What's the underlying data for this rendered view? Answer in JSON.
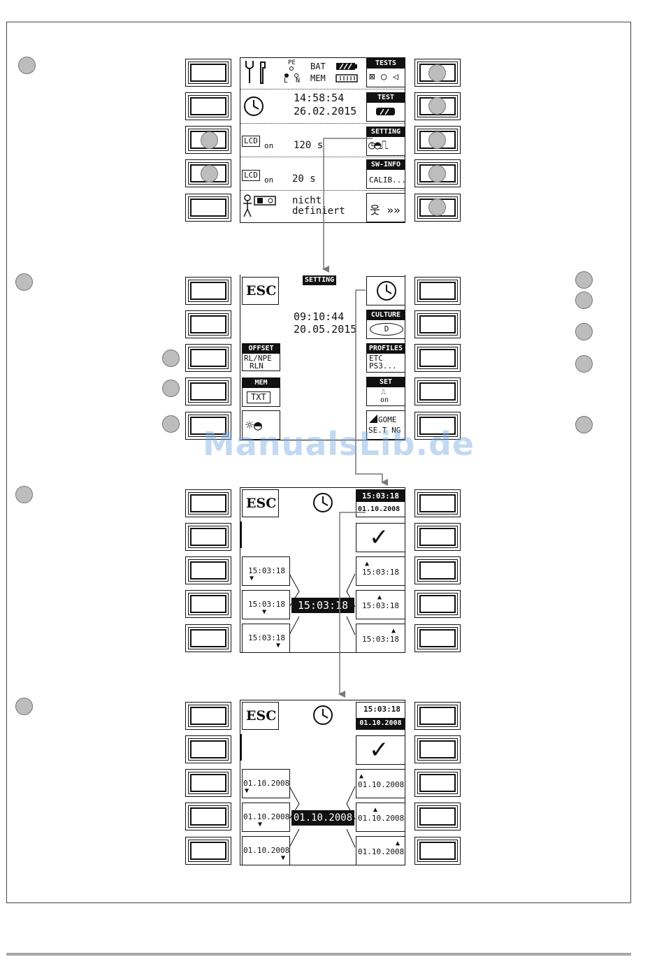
{
  "watermark": "ManualsLib.de",
  "screen1": {
    "status": {
      "pe": "PE",
      "l": "L",
      "n": "N",
      "bat": "BAT",
      "mem": "MEM"
    },
    "time": "14:58:54",
    "date": "26.02.2015",
    "lcd_label": "LCD",
    "lcd_on": "on",
    "lcd_off_value": "120 s",
    "light_value": "20 s",
    "profile_line1": "nicht",
    "profile_line2": "definiert",
    "softkeys": {
      "tests": "TESTS",
      "test": "TEST",
      "setting": "SETTING",
      "swinfo": "SW-INFO",
      "calib": "CALIB..."
    }
  },
  "screen2": {
    "title": "SETTING",
    "esc": "ESC",
    "time": "09:10:44",
    "date": "20.05.2015",
    "offset_hdr": "OFFSET",
    "offset_l1": "RL/NPE",
    "offset_l2": "RLN",
    "mem_hdr": "MEM",
    "mem_txt": "TXT",
    "culture_hdr": "CULTURE",
    "culture_val": "D",
    "profiles_hdr": "PROFILES",
    "profiles_l1": "ETC",
    "profiles_l2": "PS3...",
    "set_hdr": "SET",
    "set_on": "on",
    "gome_l1": "GOME",
    "gome_l2": "SE.T NG"
  },
  "screen3": {
    "esc": "ESC",
    "time_top": "15:03:18",
    "date_top": "01.10.2008",
    "center": "15:03:18",
    "left_keys": [
      "15:03:18",
      "15:03:18",
      "15:03:18"
    ],
    "right_keys": [
      "15:03:18",
      "15:03:18",
      "15:03:18"
    ],
    "confirm": "✓"
  },
  "screen4": {
    "esc": "ESC",
    "time_top": "15:03:18",
    "date_top": "01.10.2008",
    "center": "01.10.2008",
    "left_keys": [
      "01.10.2008",
      "01.10.2008",
      "01.10.2008"
    ],
    "right_keys": [
      "01.10.2008",
      "01.10.2008",
      "01.10.2008"
    ],
    "confirm": "✓"
  },
  "colors": {
    "marker": "#bdbdbd",
    "ink": "#111111",
    "watermark": "#78aae1"
  }
}
